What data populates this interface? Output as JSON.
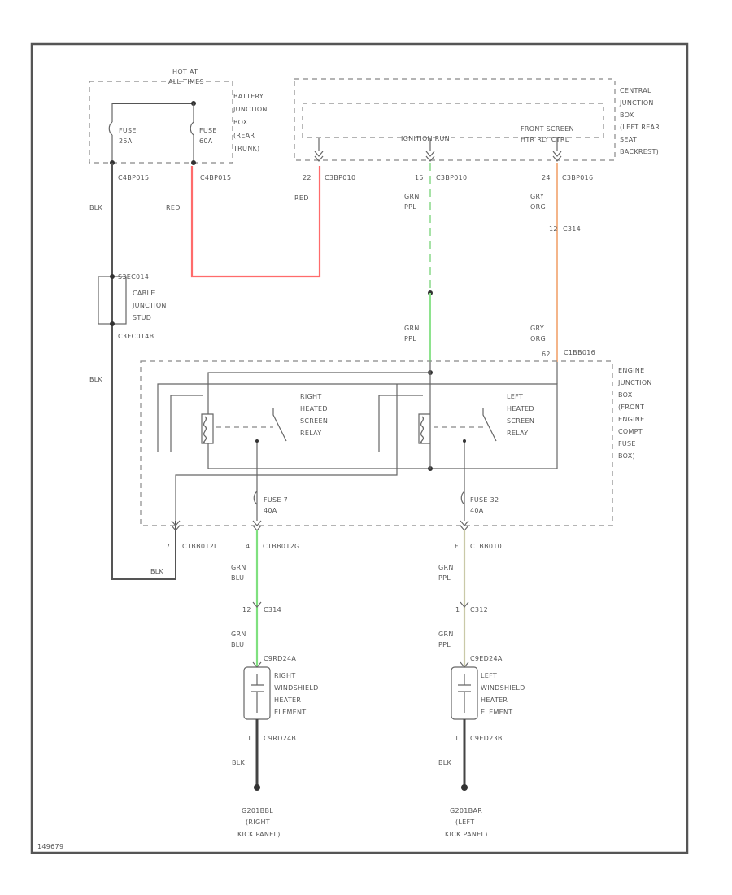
{
  "doc_id": "149679",
  "hot_at": [
    "HOT AT",
    "ALL TIMES"
  ],
  "battery_jb": [
    "BATTERY",
    "JUNCTION",
    "BOX",
    "(REAR",
    "TRUNK)"
  ],
  "fuse_1": [
    "FUSE",
    "25A"
  ],
  "fuse_2": [
    "FUSE",
    "60A"
  ],
  "c4bp015_a": "C4BP015",
  "c4bp015_b": "C4BP015",
  "central_jb": [
    "CENTRAL",
    "JUNCTION",
    "BOX",
    "(LEFT REAR",
    "SEAT",
    "BACKREST)"
  ],
  "ignition_run": "IGNITION RUN",
  "front_screen_relay_ctrl": [
    "FRONT SCREEN",
    "HTR RLY CTRL"
  ],
  "pin_22": "22",
  "c3bp010_1": "C3BP010",
  "pin_15": "15",
  "c3bp010_2": "C3BP010",
  "pin_24": "24",
  "c3bp016": "C3BP016",
  "wire_blk_1": "BLK",
  "wire_red_1": "RED",
  "wire_red_2": "RED",
  "wire_grn_ppl_1": [
    "GRN",
    "PPL"
  ],
  "wire_gry_org_1": [
    "GRY",
    "ORG"
  ],
  "pin_12a": "12",
  "c314_1": "C314",
  "s3ec014": "S3EC014",
  "c3ec014b": "C3EC014B",
  "cable_jb": [
    "CABLE",
    "JUNCTION",
    "STUD"
  ],
  "wire_blk_2": "BLK",
  "wire_grn_ppl_2": [
    "GRN",
    "PPL"
  ],
  "wire_gry_org_2": [
    "GRY",
    "ORG"
  ],
  "pin_62": "62",
  "c1bb016": "C1BB016",
  "engine_jb": [
    "ENGINE",
    "JUNCTION",
    "BOX",
    "(FRONT",
    "ENGINE",
    "COMPT",
    "FUSE",
    "BOX)"
  ],
  "right_relay": [
    "RIGHT",
    "HEATED",
    "SCREEN",
    "RELAY"
  ],
  "left_relay": [
    "LEFT",
    "HEATED",
    "SCREEN",
    "RELAY"
  ],
  "fuse_7": [
    "FUSE 7",
    "40A"
  ],
  "fuse_32": [
    "FUSE 32",
    "40A"
  ],
  "pin_7": "7",
  "c1bb012l": "C1BB012L",
  "pin_4": "4",
  "c1bb012g": "C1BB012G",
  "pin_f": "F",
  "c1bb010": "C1BB010",
  "wire_blk_3": "BLK",
  "wire_grn_blu_1": [
    "GRN",
    "BLU"
  ],
  "wire_grn_ppl_3": [
    "GRN",
    "PPL"
  ],
  "pin_12b": "12",
  "c314_2": "C314",
  "pin_1a": "1",
  "c312": "C312",
  "wire_grn_blu_2": [
    "GRN",
    "BLU"
  ],
  "wire_grn_ppl_4": [
    "GRN",
    "PPL"
  ],
  "c9rd24a": "C9RD24A",
  "c9ed24a": "C9ED24A",
  "right_element": [
    "RIGHT",
    "WINDSHIELD",
    "HEATER",
    "ELEMENT"
  ],
  "left_element": [
    "LEFT",
    "WINDSHIELD",
    "HEATER",
    "ELEMENT"
  ],
  "pin_1b": "1",
  "c9rd24b": "C9RD24B",
  "pin_1c": "1",
  "c9ed23b": "C9ED23B",
  "wire_blk_4": "BLK",
  "wire_blk_5": "BLK",
  "ground_right": [
    "G201BBL",
    "(RIGHT",
    "KICK PANEL)"
  ],
  "ground_left": [
    "G201BAR",
    "(LEFT",
    "KICK PANEL)"
  ],
  "colors": {
    "red": "#ff6b6b",
    "green": "#7fe07f",
    "orange": "#f4b58a",
    "dashed_green": "#a6e2a6"
  }
}
